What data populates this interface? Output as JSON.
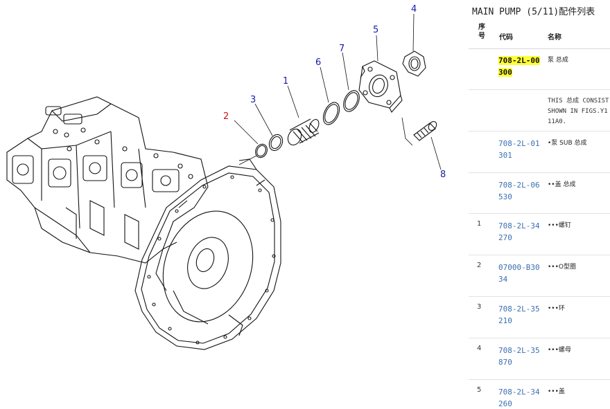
{
  "panel": {
    "title": "MAIN PUMP (5/11)配件列表",
    "headers": {
      "no": "序号",
      "code": "代码",
      "name": "名称"
    },
    "note": "THIS 总成 CONSIST\nSHOWN IN FIGS.Y1\n11A0.",
    "rows": [
      {
        "no": "",
        "code": "708-2L-00300",
        "name": "泵 总成",
        "highlight": true
      },
      {
        "no": "",
        "code": "708-2L-01301",
        "name": "•泵 SUB 总成"
      },
      {
        "no": "",
        "code": "708-2L-06530",
        "name": "••盖 总成"
      },
      {
        "no": "1",
        "code": "708-2L-34270",
        "name": "•••螺钉"
      },
      {
        "no": "2",
        "code": "07000-B3034",
        "name": "•••O型圈"
      },
      {
        "no": "3",
        "code": "708-2L-35210",
        "name": "•••环"
      },
      {
        "no": "4",
        "code": "708-2L-35870",
        "name": "•••螺母"
      },
      {
        "no": "5",
        "code": "708-2L-34260",
        "name": "•••盖"
      }
    ]
  },
  "diagram": {
    "callouts": [
      "1",
      "2",
      "3",
      "4",
      "5",
      "6",
      "7",
      "8"
    ],
    "callout_color": "#1a1aa8",
    "selected_callout_color": "#d01010"
  }
}
